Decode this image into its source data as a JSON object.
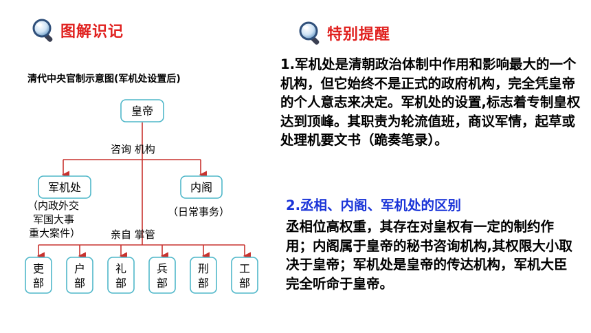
{
  "headers": {
    "left": "图解识记",
    "right": "特别提醒"
  },
  "diagram": {
    "title": "清代中央官制示意图(军机处设置后)",
    "emperor": "皇帝",
    "consult_label": "咨询  机构",
    "junjichu": "军机处",
    "junjichu_desc": [
      "（内政外交",
      "军国大事",
      "重大案件）"
    ],
    "neige": "内阁",
    "neige_desc": "（日常事务）",
    "direct_label": "亲自  掌管",
    "ministries": [
      [
        "吏",
        "部"
      ],
      [
        "户",
        "部"
      ],
      [
        "礼",
        "部"
      ],
      [
        "兵",
        "部"
      ],
      [
        "刑",
        "部"
      ],
      [
        "工",
        "部"
      ]
    ]
  },
  "notes": {
    "p1": "1.军机处是清朝政治体制中作用和影响最大的一个机构，但它始终不是正式的政府机构，完全凭皇帝的个人意志来决定。军机处的设置,标志着专制皇权达到顶峰。其职责为轮流值班，商议军情，起草或处理机要文书（跪奏笔录）。",
    "h2": "2.丞相、内阁、军机处的区别",
    "p2": "丞相位高权重，其存在对皇权有一定的制约作用；内阁属于皇帝的秘书咨询机构,其权限大小取决于皇帝；军机处是皇帝的传达机构，军机大臣完全听命于皇帝。"
  },
  "colors": {
    "header_red": "#e0201e",
    "subheading_blue": "#1a34d8",
    "box_border": "#4fb7c9",
    "arrow_red": "#c8322e"
  },
  "icons": [
    "magnifier-icon"
  ]
}
